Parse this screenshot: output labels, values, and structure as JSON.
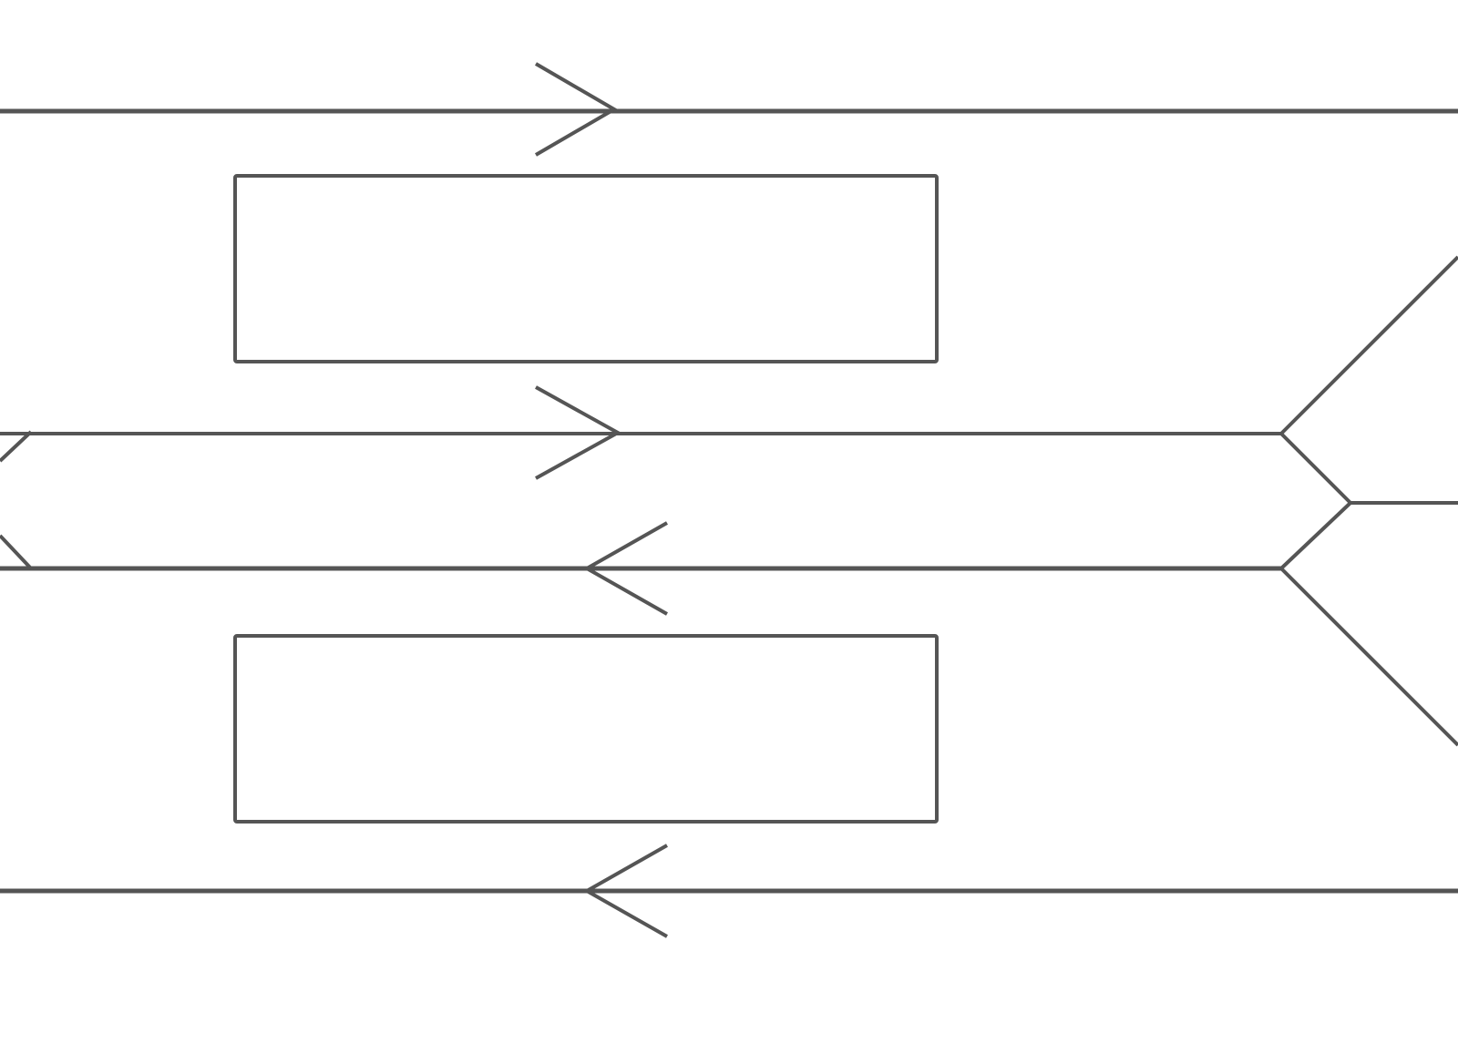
{
  "diagram": {
    "stroke_color": "#555555",
    "background": "#ffffff",
    "elements": [
      {
        "kind": "line",
        "name": "top-lane-line"
      },
      {
        "kind": "line",
        "name": "bottom-lane-line"
      },
      {
        "kind": "line",
        "name": "inner-upper-lane-line"
      },
      {
        "kind": "line",
        "name": "inner-lower-lane-line"
      },
      {
        "kind": "line",
        "name": "right-upper-diagonal-line"
      },
      {
        "kind": "line",
        "name": "right-lower-diagonal-line"
      },
      {
        "kind": "line",
        "name": "right-merge-upper-line"
      },
      {
        "kind": "line",
        "name": "right-merge-lower-line"
      },
      {
        "kind": "line",
        "name": "right-middle-line"
      },
      {
        "kind": "line",
        "name": "left-partial-chevron-line"
      },
      {
        "kind": "box",
        "name": "upper-rectangle"
      },
      {
        "kind": "box",
        "name": "lower-rectangle"
      },
      {
        "kind": "arrowhead",
        "name": "arrowhead-top-right",
        "direction": "right"
      },
      {
        "kind": "arrowhead",
        "name": "arrowhead-inner-upper-right",
        "direction": "right"
      },
      {
        "kind": "arrowhead",
        "name": "arrowhead-inner-lower-left",
        "direction": "left"
      },
      {
        "kind": "arrowhead",
        "name": "arrowhead-bottom-left",
        "direction": "left"
      }
    ]
  }
}
